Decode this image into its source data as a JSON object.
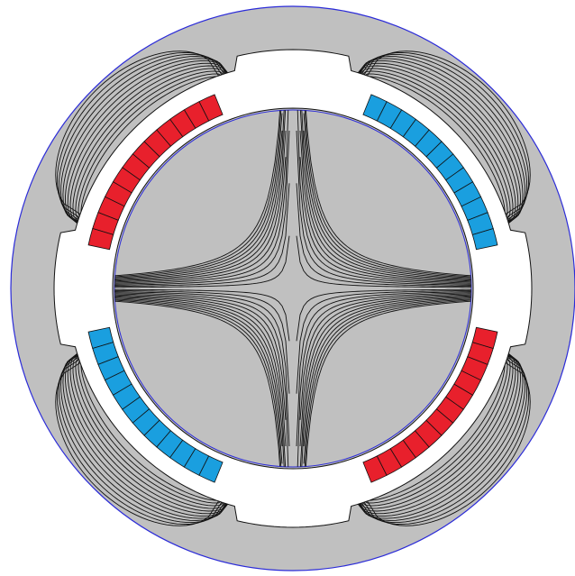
{
  "figure": {
    "kind": "magnetic field plot of a 4-pole machine cross-section",
    "colors": {
      "iron": "#c0c0c0",
      "air": "#ffffff",
      "boundary": "#2b2bd8",
      "flux_line": "#111111",
      "coil_positive": "#e8202c",
      "coil_negative": "#1a9fdf",
      "coil_outline": "#111111"
    },
    "coil_groups": [
      {
        "name": "upper-left-coil",
        "polarity": "positive"
      },
      {
        "name": "upper-right-coil",
        "polarity": "negative"
      },
      {
        "name": "lower-left-coil",
        "polarity": "negative"
      },
      {
        "name": "lower-right-coil",
        "polarity": "positive"
      }
    ],
    "conductors_per_layer": 12,
    "flux_lines_per_pole": 12
  }
}
